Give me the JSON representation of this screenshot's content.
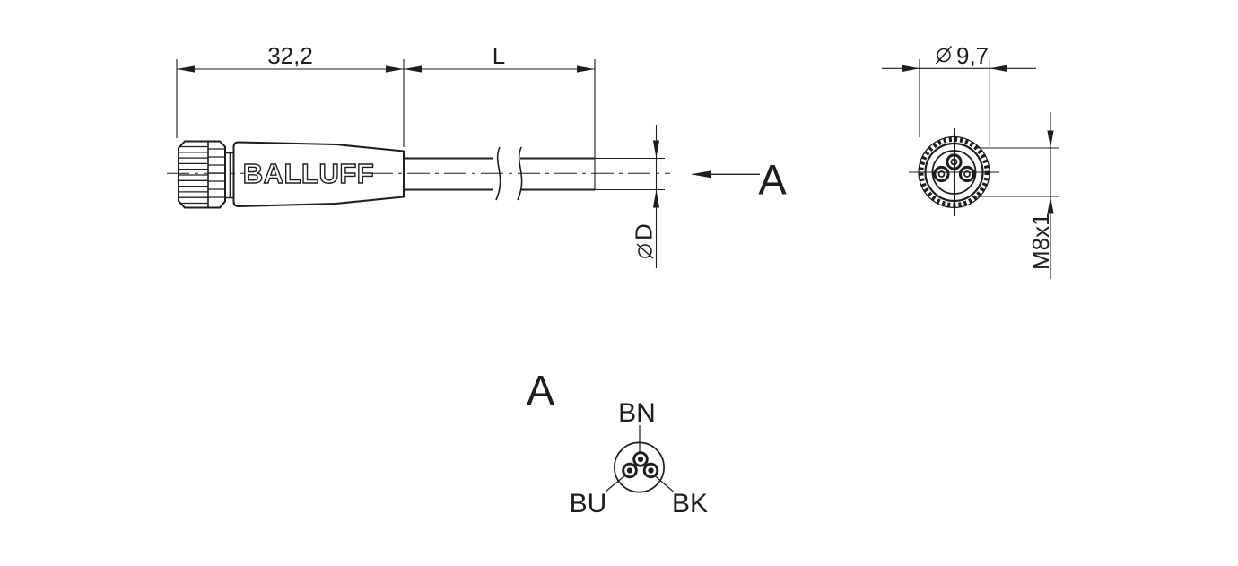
{
  "colors": {
    "background": "#ffffff",
    "ink": "#1d1d1d"
  },
  "side_view": {
    "dim_connector_length": "32,2",
    "dim_cable_length": "L",
    "dim_cable_diameter_value": "D",
    "brand": "BALLUFF",
    "section_arrow_label": "A"
  },
  "front_view": {
    "dim_outer_diameter_value": "9,7",
    "thread_spec": "M8x1"
  },
  "pinout": {
    "view_label": "A",
    "pin_top_label": "BN",
    "pin_left_label": "BU",
    "pin_right_label": "BK"
  }
}
